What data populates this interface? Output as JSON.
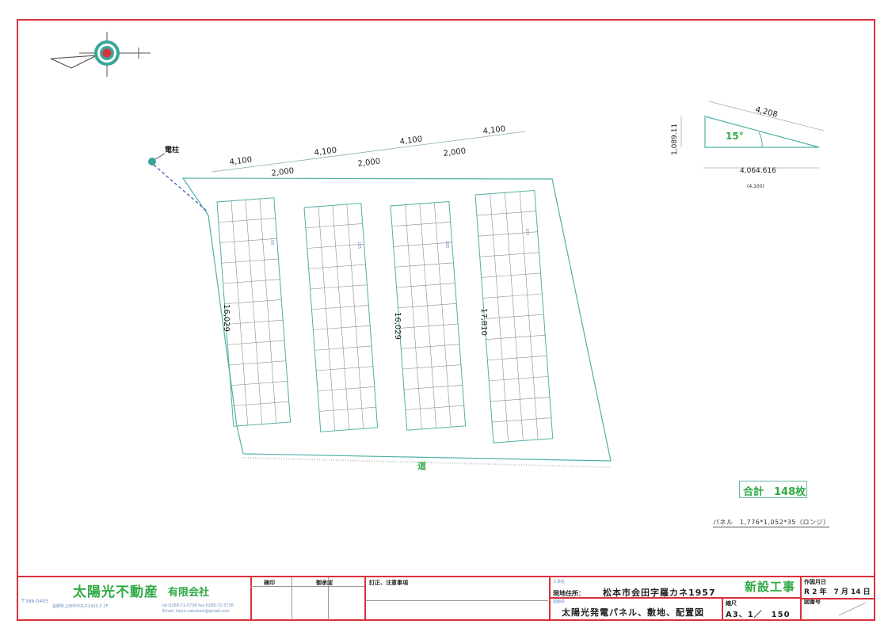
{
  "drawing": {
    "pole_label": "電柱",
    "road_label": "道",
    "spacing_labels": [
      "4,100",
      "4,100",
      "4,100",
      "4,100"
    ],
    "gap_labels": [
      "2,000",
      "2,000",
      "2,000"
    ],
    "row_length_labels": [
      "16,029",
      "16,029",
      "17,810"
    ],
    "row_counts": [
      "185",
      "185",
      "185",
      "185"
    ],
    "tilt": {
      "slope": "4,208",
      "height": "1,089.11",
      "base": "4,064.616",
      "base_sub": "(4,100)",
      "angle": "15°"
    },
    "total": "合計　148枚",
    "panel_spec": "パネル　1,776*1,052*35（ロンジ）"
  },
  "title_block": {
    "postal": "〒386-0405",
    "address": "長野県上田市中丸子1420-2 2F",
    "tel": "tel:0268-71-5736 fax:0268-71-5736",
    "email": "Email: taiyo-nakaluck@gmail.com",
    "company_name": "太陽光不動産",
    "company_type": "有限会社",
    "stamp_label": "検印",
    "approval_label": "御承認",
    "revision_label": "訂正、注意事項",
    "project_caption": "工事名",
    "site_label": "現地住所：",
    "site_address": "松本市会田字羅カネ1957",
    "drawing_caption": "図面名",
    "drawing_name": "太陽光発電パネル、敷地、配置図",
    "work_type": "新設工事",
    "scale_label": "縮尺",
    "scale_value": "A3、1／　150",
    "date_label": "作図月日",
    "date_value": "R 2 年　7 月 14 日",
    "sheet_no_label": "図番号"
  },
  "colors": {
    "frame": "#d8323b",
    "drawing": "#4fb0a4",
    "accent_green": "#2eaa45",
    "compass_red": "#d8323b",
    "compass_teal": "#3ba59a"
  }
}
